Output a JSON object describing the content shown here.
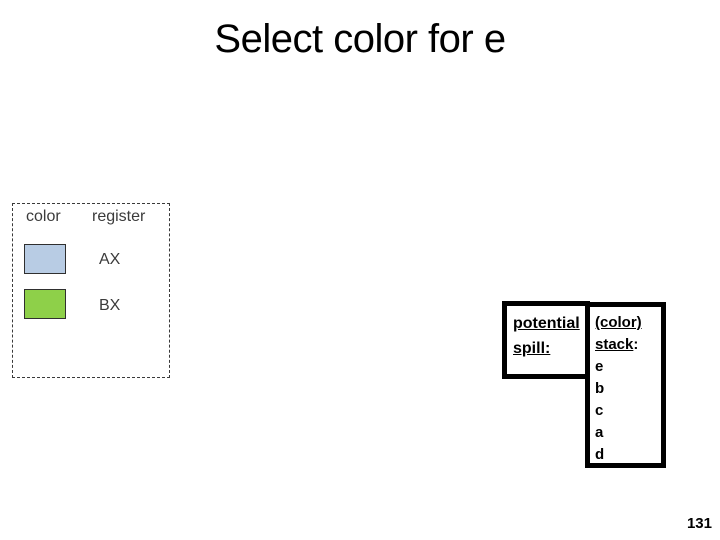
{
  "title": "Select color for e",
  "page_number": "131",
  "legend": {
    "header_color": "color",
    "header_register": "register",
    "rows": [
      {
        "register": "AX",
        "color_hex": "#b8cce4"
      },
      {
        "register": "BX",
        "color_hex": "#8ed049"
      }
    ]
  },
  "spill_box": {
    "line1": "potential",
    "line2": "spill:"
  },
  "stack_box": {
    "line1": "(color)",
    "line2_word": "stack",
    "line2_colon": ":",
    "items": [
      "e",
      "b",
      "c",
      "a",
      "d"
    ]
  },
  "colors": {
    "swatch_ax_fill": "#b8cce4",
    "swatch_bx_fill": "#8ed049",
    "box_border": "#000000",
    "legend_border": "#3a3a3a",
    "text": "#000000"
  }
}
